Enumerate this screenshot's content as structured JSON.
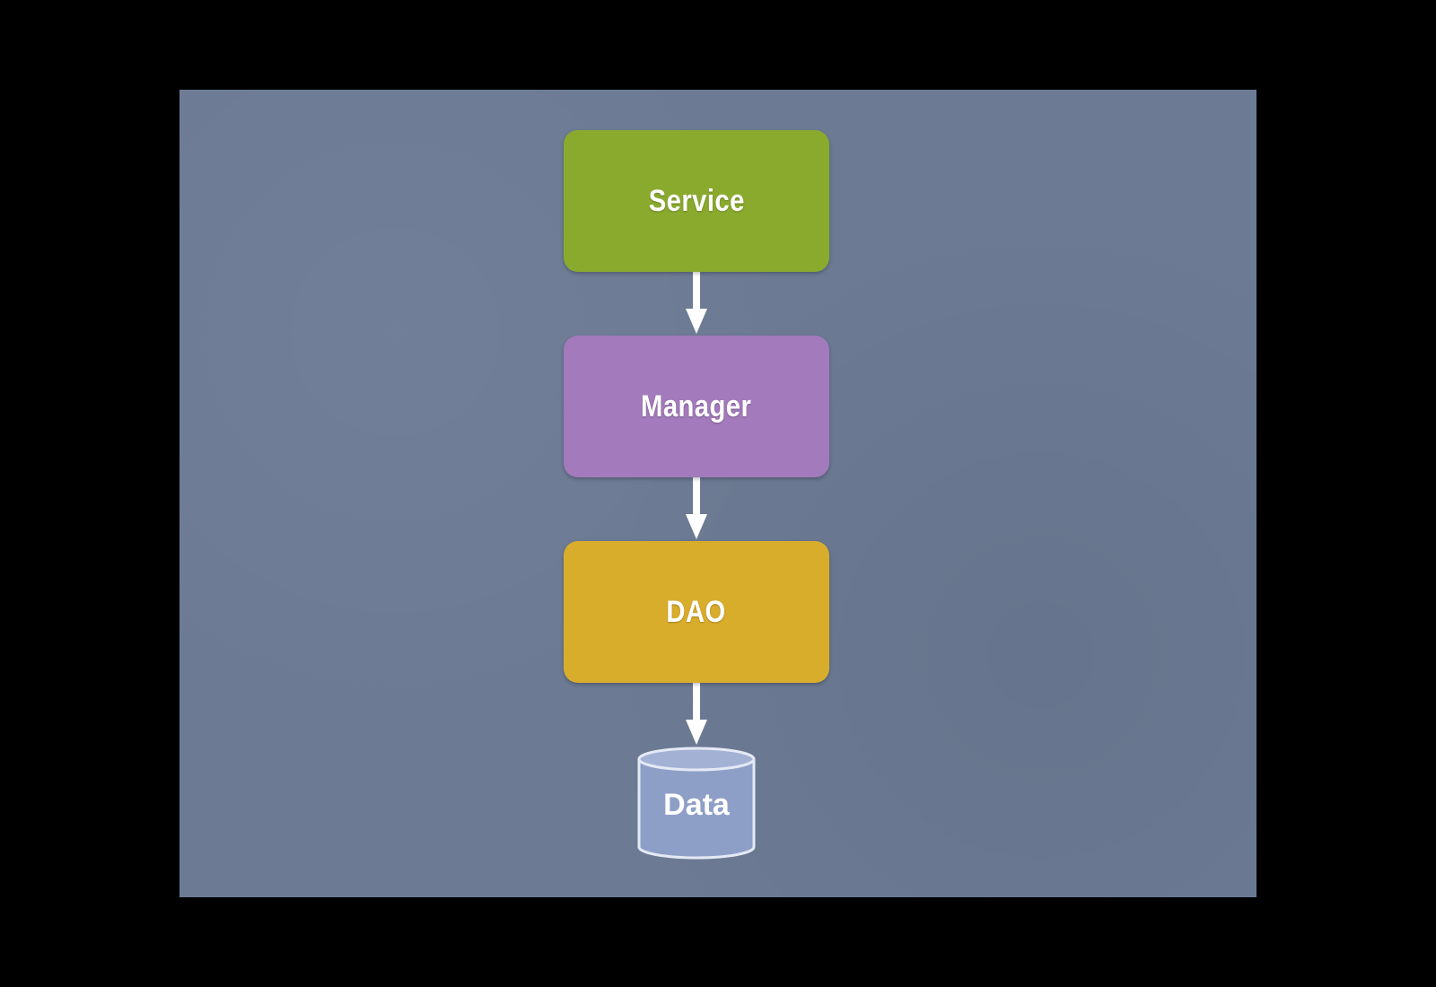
{
  "diagram": {
    "nodes": [
      {
        "id": "service",
        "label": "Service",
        "shape": "rounded-rectangle",
        "color": "#8aaa2e"
      },
      {
        "id": "manager",
        "label": "Manager",
        "shape": "rounded-rectangle",
        "color": "#a37abb"
      },
      {
        "id": "dao",
        "label": "DAO",
        "shape": "rounded-rectangle",
        "color": "#d9ad2c"
      },
      {
        "id": "data",
        "label": "Data",
        "shape": "cylinder",
        "color": "#8e9fc7"
      }
    ],
    "edges": [
      {
        "from": "service",
        "to": "manager"
      },
      {
        "from": "manager",
        "to": "dao"
      },
      {
        "from": "dao",
        "to": "data"
      }
    ]
  },
  "colors": {
    "background": "#6c7a94",
    "frame": "#000000",
    "arrow": "#ffffff"
  }
}
